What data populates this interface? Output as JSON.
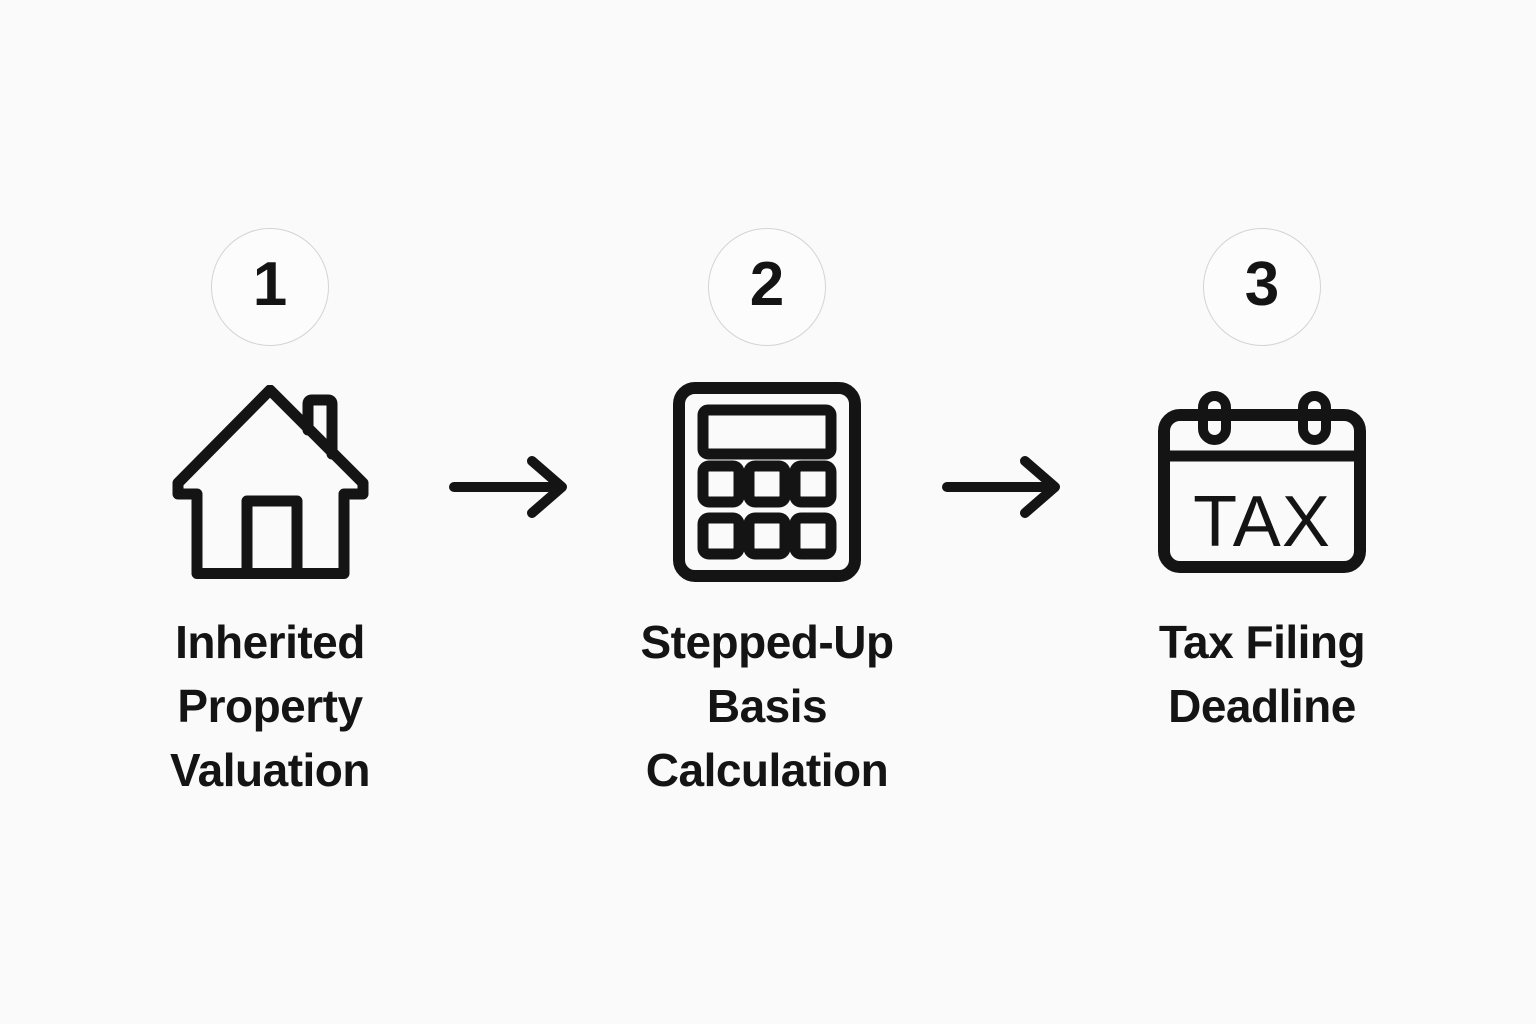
{
  "page": {
    "background_color": "#fafafa",
    "ink_color": "#141414",
    "circle_border_color": "#d4d4d4"
  },
  "steps": [
    {
      "number": "1",
      "icon": "house-icon",
      "label": "Inherited Property Valuation",
      "label_lines": [
        "Inherited",
        "Property",
        "Valuation"
      ]
    },
    {
      "number": "2",
      "icon": "calculator-icon",
      "label": "Stepped-Up Basis Calculation",
      "label_lines": [
        "Stepped-Up",
        "Basis",
        "Calculation"
      ]
    },
    {
      "number": "3",
      "icon": "tax-calendar-icon",
      "icon_text": "TAX",
      "label": "Tax Filing Deadline",
      "label_lines": [
        "Tax Filing",
        "Deadline"
      ]
    }
  ],
  "connectors": [
    "arrow-right",
    "arrow-right"
  ]
}
